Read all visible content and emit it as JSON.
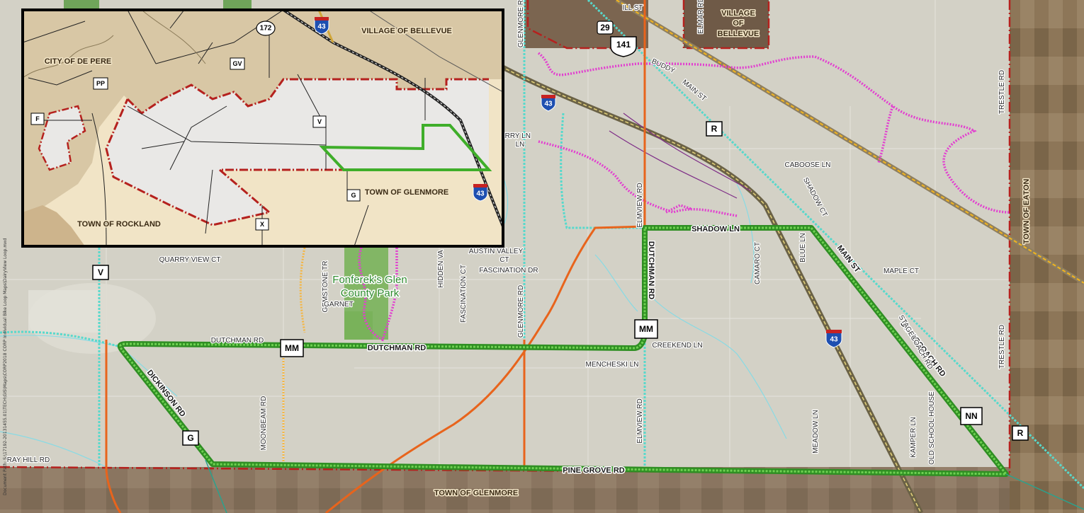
{
  "inset": {
    "labels": {
      "bellevue": "VILLAGE OF BELLEVUE",
      "depere": "CITY OF DE PERE",
      "glenmore": "TOWN OF GLENMORE",
      "rockland": "TOWN OF ROCKLAND"
    },
    "shields": {
      "s172": "172",
      "i43a": "43",
      "i43b": "43",
      "gv": "GV",
      "pp": "PP",
      "f": "F",
      "v": "V",
      "g": "G",
      "x": "X"
    }
  },
  "towns": {
    "bellevue_l1": "VILLAGE",
    "bellevue_l2": "OF",
    "bellevue_l3": "BELLEVUE",
    "eaton": "TOWN OF EATON",
    "glenmore_bottom": "TOWN OF GLENMORE"
  },
  "park": {
    "line1": "Fonferek's Glen",
    "line2": "County Park"
  },
  "roads": {
    "shadow_ln": "SHADOW LN",
    "main_st": "MAIN ST",
    "main_st_2": "MAIN ST",
    "dutchman_rd_v": "DUTCHMAN RD",
    "dutchman_rd_main": "DUTCHMAN RD",
    "dutchman_rd_west": "DUTCHMAN RD",
    "stagecoach_rd": "STAGECOACH RD",
    "stagecoach_rd_small": "STAGECOACH RD",
    "pine_grove_rd": "PINE GROVE RD",
    "dickinson_rd": "DICKINSON RD",
    "caboose_ln": "CABOOSE LN",
    "shadow_ct": "SHADOW CT",
    "camaro_ct": "CAMARO CT",
    "blue_ln": "BLUE LN",
    "maple_ct": "MAPLE CT",
    "creekend_ln": "CREEKEND LN",
    "mencheski_ln": "MENCHESKI LN",
    "elmview_rd": "ELMVIEW RD",
    "elmview_rd_top": "ELMVIEW RD",
    "meadow_ln": "MEADOW LN",
    "kamper_ln": "KAMPER LN",
    "old_school_house": "OLD SCHOOL HOUSE",
    "trestle_rd_top": "TRESTLE RD",
    "trestle_rd_bottom": "TRESTLE RD",
    "quarry_view_ct": "QUARRY VIEW CT",
    "austin_valley_ct_1": "AUSTIN VALLEY",
    "austin_valley_ct_2": "CT",
    "fascination_dr": "FASCINATION DR",
    "fascination_ct": "FASCINATION CT",
    "glenmore_rd": "GLENMORE RD",
    "glenmore_rd_top": "GLENMORE RD",
    "hidden_valley": "HIDDEN VA",
    "gemstone_tr": "GEMSTONE TR",
    "garnet": "GARNET",
    "moonbeam_rd": "MOONBEAM RD",
    "ray_hill_rd": "RAY HILL RD",
    "buddy": "BUDDY",
    "main_st_top": "MAIN ST",
    "jerry_ln": "JERRY LN",
    "lvn": "LN",
    "elmar_rd": "ELMAR RD",
    "ill_st": "ILL ST"
  },
  "shields": {
    "us141": "141",
    "s29": "29",
    "i43_top": "43",
    "i43_bottom": "43",
    "r_top": "R",
    "r_bottom": "R",
    "mm_main": "MM",
    "mm_west": "MM",
    "nn": "NN",
    "v": "V",
    "g": "G"
  },
  "path_text": "Document Path: S:\\17192-20131455.01\\TECH\\GIS\\Maps\\CORP2018 CORP Individual Bike Loop Maps\\DairyView Loop.mxd",
  "colors": {
    "loop_green": "#3fae2a",
    "trail_magenta": "#e23fd0",
    "trail_cyan": "#57d9cc",
    "bike_orange": "#e8641c",
    "orange_dotted": "#f5b642",
    "boundary_red": "#b5211e",
    "town_tan": "#d8c7a5"
  }
}
